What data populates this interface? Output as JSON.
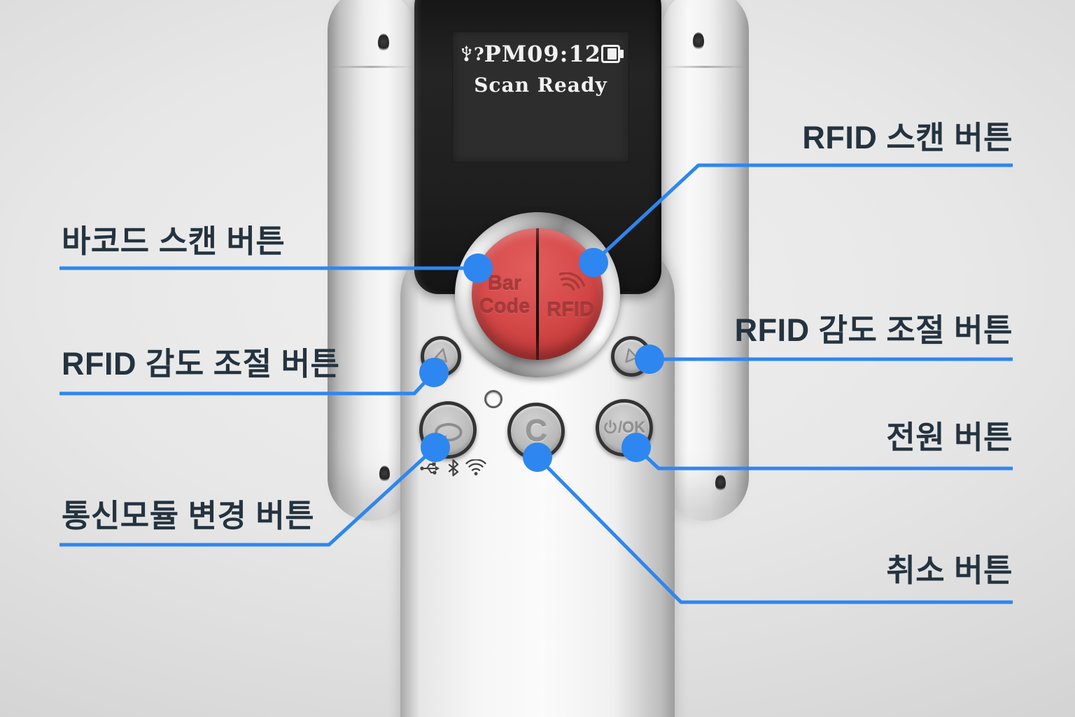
{
  "colors": {
    "accent_blue": "#2e86f0",
    "label_text": "#24333f",
    "scan_button_red": "#d64a4a"
  },
  "annotations": {
    "rfid_scan": "RFID 스캔 버튼",
    "barcode_scan": "바코드 스캔 버튼",
    "rfid_sensitivity_left": "RFID 감도 조절 버튼",
    "rfid_sensitivity_right": "RFID 감도 조절 버튼",
    "power": "전원 버튼",
    "comm_module": "통신모듈 변경 버튼",
    "cancel": "취소 버튼"
  },
  "device": {
    "screen": {
      "question_indicator": "?",
      "time": "PM09:12",
      "status": "Scan Ready"
    },
    "scan_button": {
      "barcode_line1": "Bar",
      "barcode_line2": "Code",
      "rfid": "RFID"
    },
    "keys": {
      "cancel": "C",
      "power_ok": "/OK"
    }
  }
}
